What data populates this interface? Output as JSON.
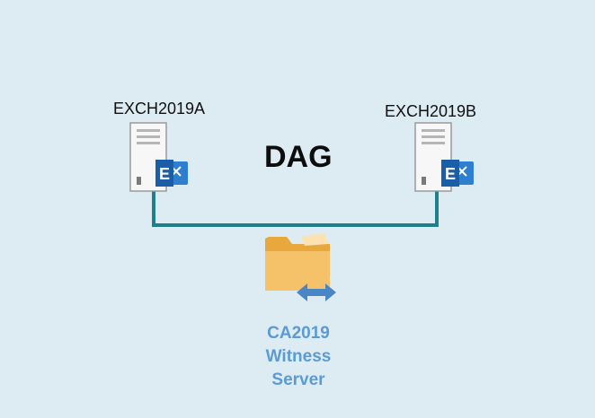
{
  "diagram": {
    "title": "DAG",
    "servers": [
      {
        "name": "EXCH2019A",
        "icon": "exchange-server-icon"
      },
      {
        "name": "EXCH2019B",
        "icon": "exchange-server-icon"
      }
    ],
    "witness": {
      "lines": [
        "CA2019",
        "Witness",
        "Server"
      ],
      "icon": "folder-share-icon"
    },
    "colors": {
      "background": "#dcecf2",
      "connector": "#1f7f8c",
      "exchange_blue": "#1b5ea8",
      "folder": "#f0b44c",
      "witness_text": "#5b9bd5",
      "arrow": "#4a86c6"
    }
  }
}
